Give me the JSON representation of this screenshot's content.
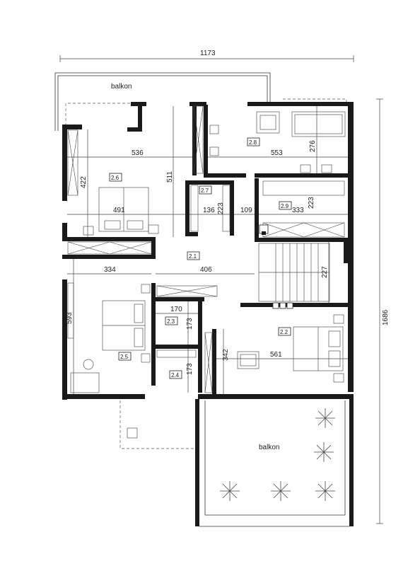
{
  "plan": {
    "dimensions": {
      "total_width": "1173",
      "total_depth": "1686",
      "d536": "536",
      "d553": "553",
      "d276": "276",
      "d511": "511",
      "d422": "422",
      "d491": "491",
      "d136": "136",
      "d223a": "223",
      "d109": "109",
      "d333": "333",
      "d223b": "223",
      "d334": "334",
      "d406": "406",
      "d227": "227",
      "d593": "593",
      "d170": "170",
      "d173a": "173",
      "d342": "342",
      "d561": "561",
      "d173b": "173"
    },
    "rooms": {
      "r28": "2.8",
      "r26": "2.6",
      "r27": "2.7",
      "r29": "2.9",
      "r21": "2.1",
      "r23": "2.3",
      "r22": "2.2",
      "r25": "2.5",
      "r24": "2.4"
    },
    "balcony_top": "balkon",
    "balcony_bottom": "balkon"
  }
}
